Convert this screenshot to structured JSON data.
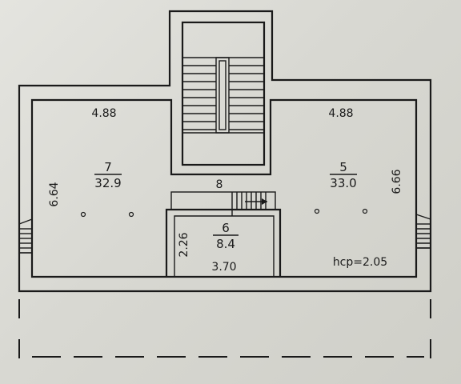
{
  "plan": {
    "rooms": [
      {
        "number": "7",
        "area": "32.9"
      },
      {
        "number": "5",
        "area": "33.0"
      },
      {
        "number": "6",
        "area": "8.4"
      }
    ],
    "dimensions": {
      "top_left": "4.88",
      "top_right": "4.88",
      "left_height": "6.64",
      "right_height": "6.66",
      "corridor": "8",
      "room6_height": "2.26",
      "room6_width": "3.70"
    },
    "height_note": "hcp=2.05"
  }
}
